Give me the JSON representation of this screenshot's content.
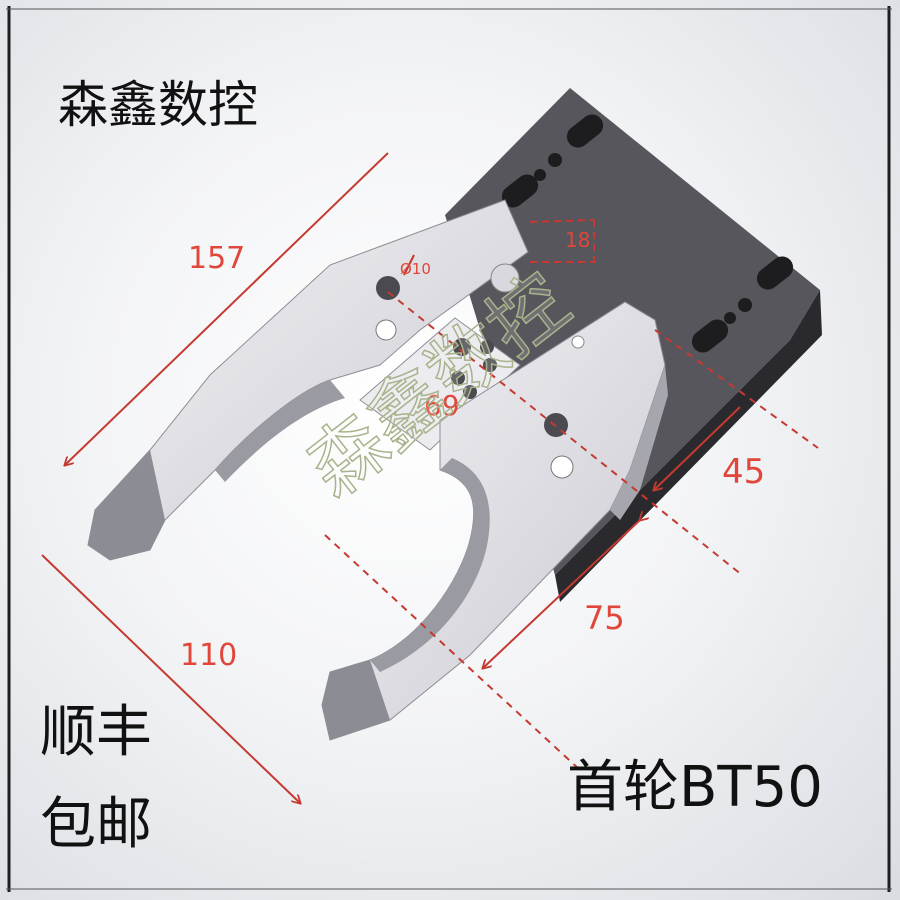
{
  "brand_title": "森鑫数控",
  "shipping_line1": "顺丰",
  "shipping_line2": "包邮",
  "model_label": "首轮BT50",
  "watermark": "森鑫数控",
  "dimensions": {
    "length_157": "157",
    "width_110": "110",
    "slot_69": "69",
    "width_45": "45",
    "length_75": "75",
    "thickness_18": "18",
    "hole_phi10": "Ø10"
  },
  "colors": {
    "dimension": "#e0473a",
    "plate": "#56565c",
    "fork": "#dcdce2",
    "frame": "#1f1f1f"
  }
}
